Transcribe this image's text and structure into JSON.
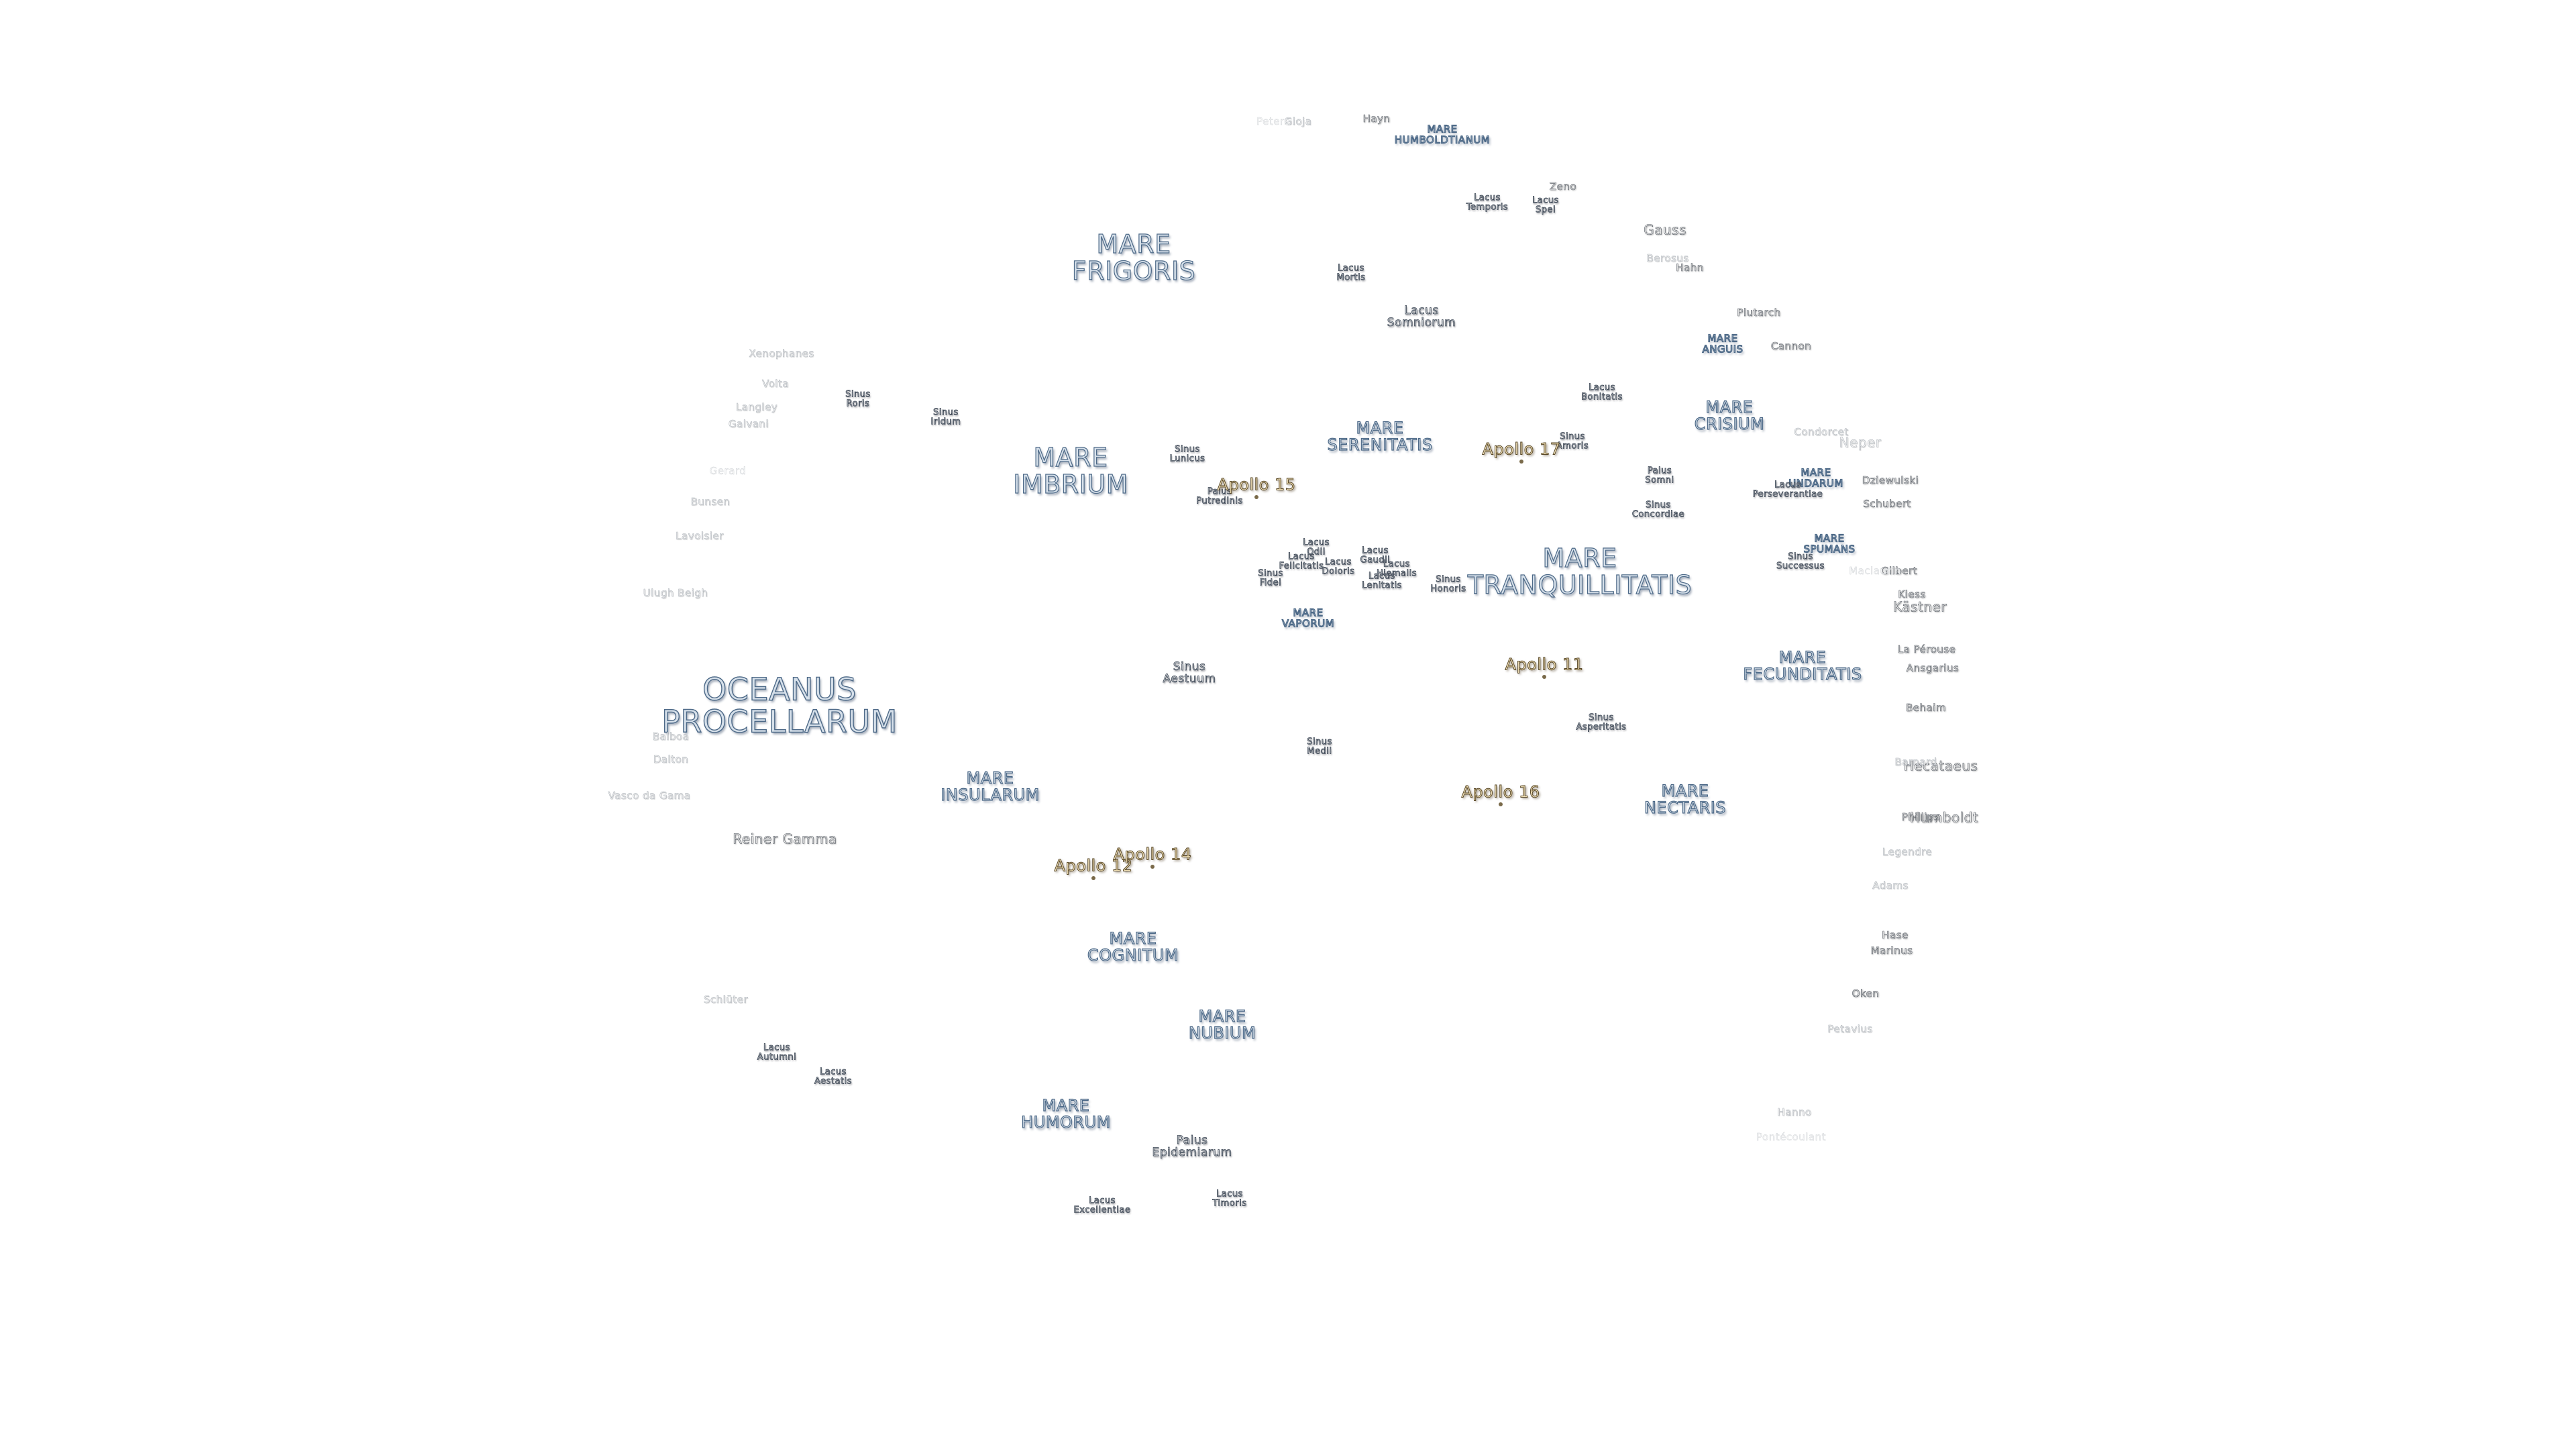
{
  "labels": [
    {
      "id": "mare-frigoris",
      "text": "MARE\nFRIGORIS",
      "kind": "sea big"
    },
    {
      "id": "mare-imbrium",
      "text": "MARE\nIMBRIUM",
      "kind": "sea big"
    },
    {
      "id": "oceanus-procellarum",
      "text": "OCEANUS\nPROCELLARUM",
      "kind": "sea xl"
    },
    {
      "id": "mare-serenitatis",
      "text": "MARE\nSERENITATIS",
      "kind": "sea med"
    },
    {
      "id": "mare-tranquillitatis",
      "text": "MARE\nTRANQUILLITATIS",
      "kind": "sea big"
    },
    {
      "id": "mare-crisium",
      "text": "MARE\nCRISIUM",
      "kind": "sea med"
    },
    {
      "id": "mare-fecunditatis",
      "text": "MARE\nFECUNDITATIS",
      "kind": "sea med"
    },
    {
      "id": "mare-nectaris",
      "text": "MARE\nNECTARIS",
      "kind": "sea med"
    },
    {
      "id": "mare-nubium",
      "text": "MARE\nNUBIUM",
      "kind": "sea med"
    },
    {
      "id": "mare-humorum",
      "text": "MARE\nHUMORUM",
      "kind": "sea med"
    },
    {
      "id": "mare-cognitum",
      "text": "MARE\nCOGNITUM",
      "kind": "sea med"
    },
    {
      "id": "mare-insularum",
      "text": "MARE\nINSULARUM",
      "kind": "sea med"
    },
    {
      "id": "mare-vaporum",
      "text": "MARE\nVAPORUM",
      "kind": "sea sm"
    },
    {
      "id": "mare-humboldtianum",
      "text": "MARE\nHUMBOLDTIANUM",
      "kind": "sea sm"
    },
    {
      "id": "mare-anguis",
      "text": "MARE\nANGUIS",
      "kind": "sea sm"
    },
    {
      "id": "mare-undarum",
      "text": "MARE\nUNDARUM",
      "kind": "sea sm"
    },
    {
      "id": "mare-spumans",
      "text": "MARE\nSPUMANS",
      "kind": "sea sm"
    },
    {
      "id": "lacus-somniorum",
      "text": "Lacus\nSomniorum",
      "kind": "minor"
    },
    {
      "id": "lacus-mortis",
      "text": "Lacus\nMortis",
      "kind": "minor tiny"
    },
    {
      "id": "lacus-temporis",
      "text": "Lacus\nTemporis",
      "kind": "minor tiny"
    },
    {
      "id": "lacus-spei",
      "text": "Lacus\nSpei",
      "kind": "minor tiny"
    },
    {
      "id": "lacus-bonitatis",
      "text": "Lacus\nBonitatis",
      "kind": "minor tiny"
    },
    {
      "id": "lacus-autumni",
      "text": "Lacus\nAutumni",
      "kind": "minor tiny"
    },
    {
      "id": "lacus-aestatis",
      "text": "Lacus\nAestatis",
      "kind": "minor tiny"
    },
    {
      "id": "lacus-excellentiae",
      "text": "Lacus\nExcellentiae",
      "kind": "minor tiny"
    },
    {
      "id": "lacus-timoris",
      "text": "Lacus\nTimoris",
      "kind": "minor tiny"
    },
    {
      "id": "lacus-felicitatis",
      "text": "Lacus\nFelicitatis",
      "kind": "minor tiny"
    },
    {
      "id": "lacus-doloris",
      "text": "Lacus\nDoloris",
      "kind": "minor tiny"
    },
    {
      "id": "lacus-odii",
      "text": "Lacus\nOdii",
      "kind": "minor tiny"
    },
    {
      "id": "lacus-gaudii",
      "text": "Lacus\nGaudii",
      "kind": "minor tiny"
    },
    {
      "id": "lacus-lenitatis",
      "text": "Lacus\nLenitatis",
      "kind": "minor tiny"
    },
    {
      "id": "lacus-hiemalis",
      "text": "Lacus\nHiemalis",
      "kind": "minor tiny"
    },
    {
      "id": "lacus-perseverantiae",
      "text": "Lacus\nPerseverantiae",
      "kind": "minor tiny"
    },
    {
      "id": "sinus-iridum",
      "text": "Sinus\nIridum",
      "kind": "minor tiny"
    },
    {
      "id": "sinus-roris",
      "text": "Sinus\nRoris",
      "kind": "minor tiny"
    },
    {
      "id": "sinus-lunicus",
      "text": "Sinus\nLunicus",
      "kind": "minor tiny"
    },
    {
      "id": "sinus-amoris",
      "text": "Sinus\nAmoris",
      "kind": "minor tiny"
    },
    {
      "id": "sinus-concordiae",
      "text": "Sinus\nConcordiae",
      "kind": "minor tiny"
    },
    {
      "id": "sinus-aestuum",
      "text": "Sinus\nAestuum",
      "kind": "minor"
    },
    {
      "id": "sinus-medii",
      "text": "Sinus\nMedii",
      "kind": "minor tiny"
    },
    {
      "id": "sinus-asperitatis",
      "text": "Sinus\nAsperitatis",
      "kind": "minor tiny"
    },
    {
      "id": "sinus-honoris",
      "text": "Sinus\nHonoris",
      "kind": "minor tiny"
    },
    {
      "id": "sinus-fidei",
      "text": "Sinus\nFidei",
      "kind": "minor tiny"
    },
    {
      "id": "sinus-successus",
      "text": "Sinus\nSuccessus",
      "kind": "minor tiny"
    },
    {
      "id": "palus-putredinis",
      "text": "Palus\nPutredinis",
      "kind": "minor tiny"
    },
    {
      "id": "palus-somni",
      "text": "Palus\nSomni",
      "kind": "minor tiny"
    },
    {
      "id": "palus-epidemiarum",
      "text": "Palus\nEpidemiarum",
      "kind": "minor"
    },
    {
      "id": "apollo-11",
      "text": "Apollo 11",
      "kind": "apollo"
    },
    {
      "id": "apollo-12",
      "text": "Apollo 12",
      "kind": "apollo"
    },
    {
      "id": "apollo-14",
      "text": "Apollo 14",
      "kind": "apollo"
    },
    {
      "id": "apollo-15",
      "text": "Apollo 15",
      "kind": "apollo"
    },
    {
      "id": "apollo-16",
      "text": "Apollo 16",
      "kind": "apollo"
    },
    {
      "id": "apollo-17",
      "text": "Apollo 17",
      "kind": "apollo"
    },
    {
      "id": "crater-gauss",
      "text": "Gauss",
      "kind": "crater big"
    },
    {
      "id": "crater-hahn",
      "text": "Hahn",
      "kind": "crater"
    },
    {
      "id": "crater-berosus",
      "text": "Berosus",
      "kind": "crater faint"
    },
    {
      "id": "crater-plutarch",
      "text": "Plutarch",
      "kind": "crater"
    },
    {
      "id": "crater-cannon",
      "text": "Cannon",
      "kind": "crater"
    },
    {
      "id": "crater-zeno",
      "text": "Zeno",
      "kind": "crater"
    },
    {
      "id": "crater-hayn",
      "text": "Hayn",
      "kind": "crater"
    },
    {
      "id": "crater-gioja",
      "text": "Gioja",
      "kind": "crater faint"
    },
    {
      "id": "crater-peters",
      "text": "Peters",
      "kind": "crater vfaint"
    },
    {
      "id": "crater-condorcet",
      "text": "Condorcet",
      "kind": "crater faint"
    },
    {
      "id": "crater-neper",
      "text": "Neper",
      "kind": "crater big faint"
    },
    {
      "id": "crater-dziewulski",
      "text": "Dziewulski",
      "kind": "crater"
    },
    {
      "id": "crater-schubert",
      "text": "Schubert",
      "kind": "crater"
    },
    {
      "id": "crater-gilbert",
      "text": "Gilbert",
      "kind": "crater"
    },
    {
      "id": "crater-maclaurin",
      "text": "Maclaurin",
      "kind": "crater vfaint"
    },
    {
      "id": "crater-kastner",
      "text": "Kästner",
      "kind": "crater big"
    },
    {
      "id": "crater-kiess",
      "text": "Kiess",
      "kind": "crater"
    },
    {
      "id": "crater-la-perouse",
      "text": "La Pérouse",
      "kind": "crater"
    },
    {
      "id": "crater-ansgarius",
      "text": "Ansgarius",
      "kind": "crater"
    },
    {
      "id": "crater-behaim",
      "text": "Behaim",
      "kind": "crater"
    },
    {
      "id": "crater-hecataeus",
      "text": "Hecataeus",
      "kind": "crater big"
    },
    {
      "id": "crater-barnard",
      "text": "Barnard",
      "kind": "crater faint"
    },
    {
      "id": "crater-humboldt",
      "text": "Humboldt",
      "kind": "crater big"
    },
    {
      "id": "crater-phillips",
      "text": "Phillips",
      "kind": "crater"
    },
    {
      "id": "crater-legendre",
      "text": "Legendre",
      "kind": "crater faint"
    },
    {
      "id": "crater-adams",
      "text": "Adams",
      "kind": "crater faint"
    },
    {
      "id": "crater-marinus",
      "text": "Marinus",
      "kind": "crater"
    },
    {
      "id": "crater-hase",
      "text": "Hase",
      "kind": "crater"
    },
    {
      "id": "crater-oken",
      "text": "Oken",
      "kind": "crater"
    },
    {
      "id": "crater-petavius",
      "text": "Petavius",
      "kind": "crater faint"
    },
    {
      "id": "crater-hanno",
      "text": "Hanno",
      "kind": "crater faint"
    },
    {
      "id": "crater-pontecoulant",
      "text": "Pontécoulant",
      "kind": "crater vfaint"
    },
    {
      "id": "crater-xenophanes",
      "text": "Xenophanes",
      "kind": "crater faint"
    },
    {
      "id": "crater-volta",
      "text": "Volta",
      "kind": "crater faint"
    },
    {
      "id": "crater-langley",
      "text": "Langley",
      "kind": "crater faint"
    },
    {
      "id": "crater-galvani",
      "text": "Galvani",
      "kind": "crater faint"
    },
    {
      "id": "crater-gerard",
      "text": "Gerard",
      "kind": "crater vfaint"
    },
    {
      "id": "crater-bunsen",
      "text": "Bunsen",
      "kind": "crater faint"
    },
    {
      "id": "crater-lavoisier",
      "text": "Lavoisier",
      "kind": "crater faint"
    },
    {
      "id": "crater-ulugh-beigh",
      "text": "Ulugh Beigh",
      "kind": "crater faint"
    },
    {
      "id": "crater-balboa",
      "text": "Balboa",
      "kind": "crater faint"
    },
    {
      "id": "crater-dalton",
      "text": "Dalton",
      "kind": "crater faint"
    },
    {
      "id": "crater-vasco-da-gama",
      "text": "Vasco da Gama",
      "kind": "crater faint"
    },
    {
      "id": "crater-reiner-gamma",
      "text": "Reiner Gamma",
      "kind": "crater big"
    },
    {
      "id": "crater-schluter",
      "text": "Schlüter",
      "kind": "crater faint"
    }
  ]
}
